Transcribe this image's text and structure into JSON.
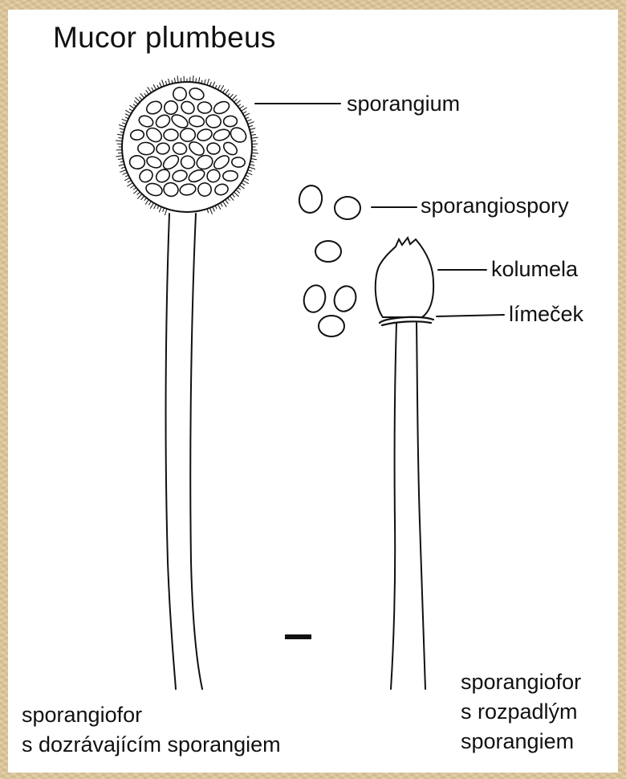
{
  "title": "Mucor plumbeus",
  "labels": {
    "sporangium": "sporangium",
    "sporangiospory": "sporangiospory",
    "kolumela": "kolumela",
    "limecek": "límeček"
  },
  "captions": {
    "left": "sporangiofor\ns dozrávajícím sporangiem",
    "right": "sporangiofor\ns rozpadlým\nsporangiem"
  },
  "colors": {
    "frame": "#dcc59a",
    "paper": "#ffffff",
    "ink": "#111111"
  }
}
